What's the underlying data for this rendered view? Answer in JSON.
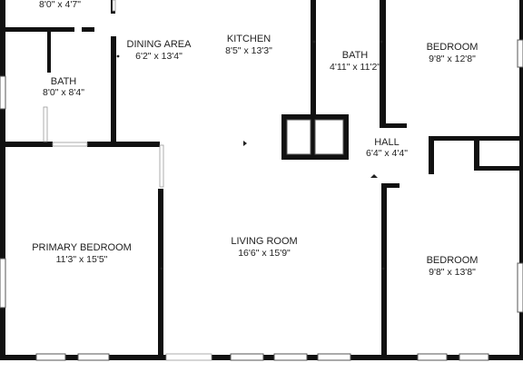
{
  "colors": {
    "wall": "#111111",
    "background": "#ffffff",
    "text": "#222222",
    "window_frame": "#555555"
  },
  "rooms": [
    {
      "id": "top-left-room",
      "name": "",
      "size": "8'0\" x 4'7\""
    },
    {
      "id": "bath-left",
      "name": "BATH",
      "size": "8'0\" x 8'4\""
    },
    {
      "id": "dining-area",
      "name": "DINING AREA",
      "size": "6'2\" x 13'4\""
    },
    {
      "id": "kitchen",
      "name": "KITCHEN",
      "size": "8'5\" x 13'3\""
    },
    {
      "id": "bath-center",
      "name": "BATH",
      "size": "4'11\" x 11'2\""
    },
    {
      "id": "bedroom-top-right",
      "name": "BEDROOM",
      "size": "9'8\" x 12'8\""
    },
    {
      "id": "hall",
      "name": "HALL",
      "size": "6'4\" x 4'4\""
    },
    {
      "id": "primary-bedroom",
      "name": "PRIMARY BEDROOM",
      "size": "11'3\" x 15'5\""
    },
    {
      "id": "living-room",
      "name": "LIVING ROOM",
      "size": "16'6\" x 15'9\""
    },
    {
      "id": "bedroom-bottom-right",
      "name": "BEDROOM",
      "size": "9'8\" x 13'8\""
    }
  ]
}
